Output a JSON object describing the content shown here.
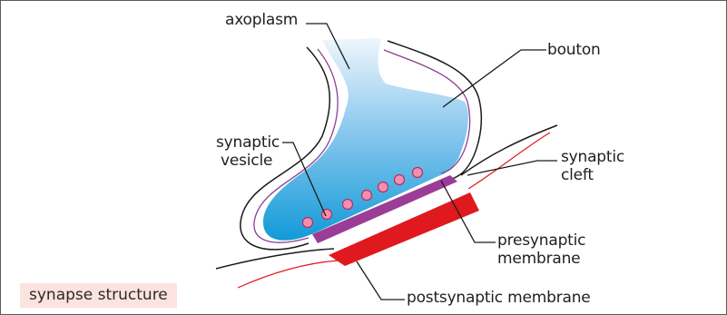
{
  "labels": {
    "axoplasm": "axoplasm",
    "bouton": "bouton",
    "synaptic_vesicle_line1": "synaptic",
    "synaptic_vesicle_line2": "vesicle",
    "synaptic_cleft_line1": "synaptic",
    "synaptic_cleft_line2": "cleft",
    "presynaptic_line1": "presynaptic",
    "presynaptic_line2": "membrane",
    "postsynaptic": "postsynaptic membrane"
  },
  "caption": "synapse structure",
  "colors": {
    "outline": "#1a1a1a",
    "inner_membrane": "#8b3f8f",
    "presynaptic_membrane": "#9b3d97",
    "postsynaptic_membrane": "#e0191e",
    "postsynaptic_line": "#e0191e",
    "vesicle_fill": "#f28fb0",
    "gradient_top": "#e9f4fc",
    "gradient_bottom": "#1aa0dc",
    "caption_bg": "#fbe3df"
  }
}
